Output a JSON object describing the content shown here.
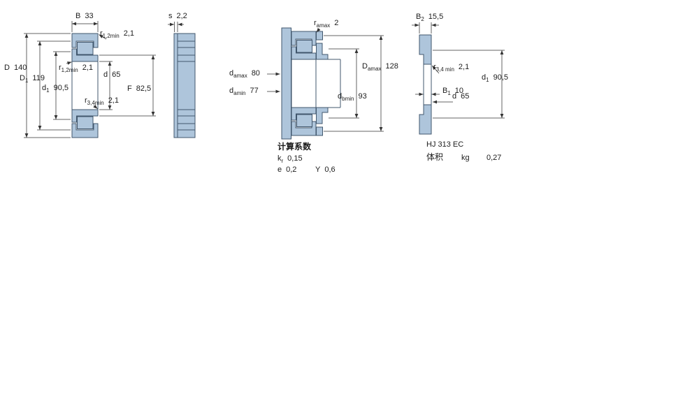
{
  "colors": {
    "section_fill": "#aec5db",
    "section_stroke": "#41576d",
    "dim_line": "#333333"
  },
  "main_view": {
    "dims": {
      "B": {
        "base": "B",
        "sub": "",
        "value": "33"
      },
      "r12top": {
        "base": "r",
        "sub": "1,2min",
        "value": "2,1"
      },
      "D": {
        "base": "D",
        "sub": "",
        "value": "140"
      },
      "D1": {
        "base": "D",
        "sub": "1",
        "value": "119"
      },
      "r12mid": {
        "base": "r",
        "sub": "1,2min",
        "value": "2,1"
      },
      "d1": {
        "base": "d",
        "sub": "1",
        "value": "90,5"
      },
      "d": {
        "base": "d",
        "sub": "",
        "value": "65"
      },
      "F": {
        "base": "F",
        "sub": "",
        "value": "82,5"
      },
      "r34": {
        "base": "r",
        "sub": "3,4min",
        "value": "2,1"
      }
    }
  },
  "profile_view": {
    "dims": {
      "s": {
        "base": "s",
        "sub": "",
        "value": "2,2"
      }
    }
  },
  "mounting_view": {
    "dims": {
      "ramax": {
        "base": "r",
        "sub": "amax",
        "value": "2"
      },
      "damax": {
        "base": "d",
        "sub": "amax",
        "value": "80"
      },
      "damin": {
        "base": "d",
        "sub": "amin",
        "value": "77"
      },
      "Damax": {
        "base": "D",
        "sub": "amax",
        "value": "128"
      },
      "dbmin": {
        "base": "d",
        "sub": "bmin",
        "value": "93"
      }
    },
    "calc": {
      "title": "计算系数",
      "kr": {
        "base": "k",
        "sub": "r",
        "value": "0,15"
      },
      "e": {
        "base": "e",
        "sub": "",
        "value": "0,2"
      },
      "Y": {
        "base": "Y",
        "sub": "",
        "value": "0,6"
      }
    }
  },
  "angle_ring_view": {
    "dims": {
      "B2": {
        "base": "B",
        "sub": "2",
        "value": "15,5"
      },
      "r34min": {
        "base": "r",
        "sub": "3,4 min",
        "value": "2,1"
      },
      "d1": {
        "base": "d",
        "sub": "1",
        "value": "90,5"
      },
      "B1": {
        "base": "B",
        "sub": "1",
        "value": "10"
      },
      "d": {
        "base": "d",
        "sub": "",
        "value": "65"
      }
    },
    "info": {
      "designation": "HJ 313 EC",
      "mass_label": "体积",
      "mass_unit": "kg",
      "mass_value": "0,27"
    }
  }
}
